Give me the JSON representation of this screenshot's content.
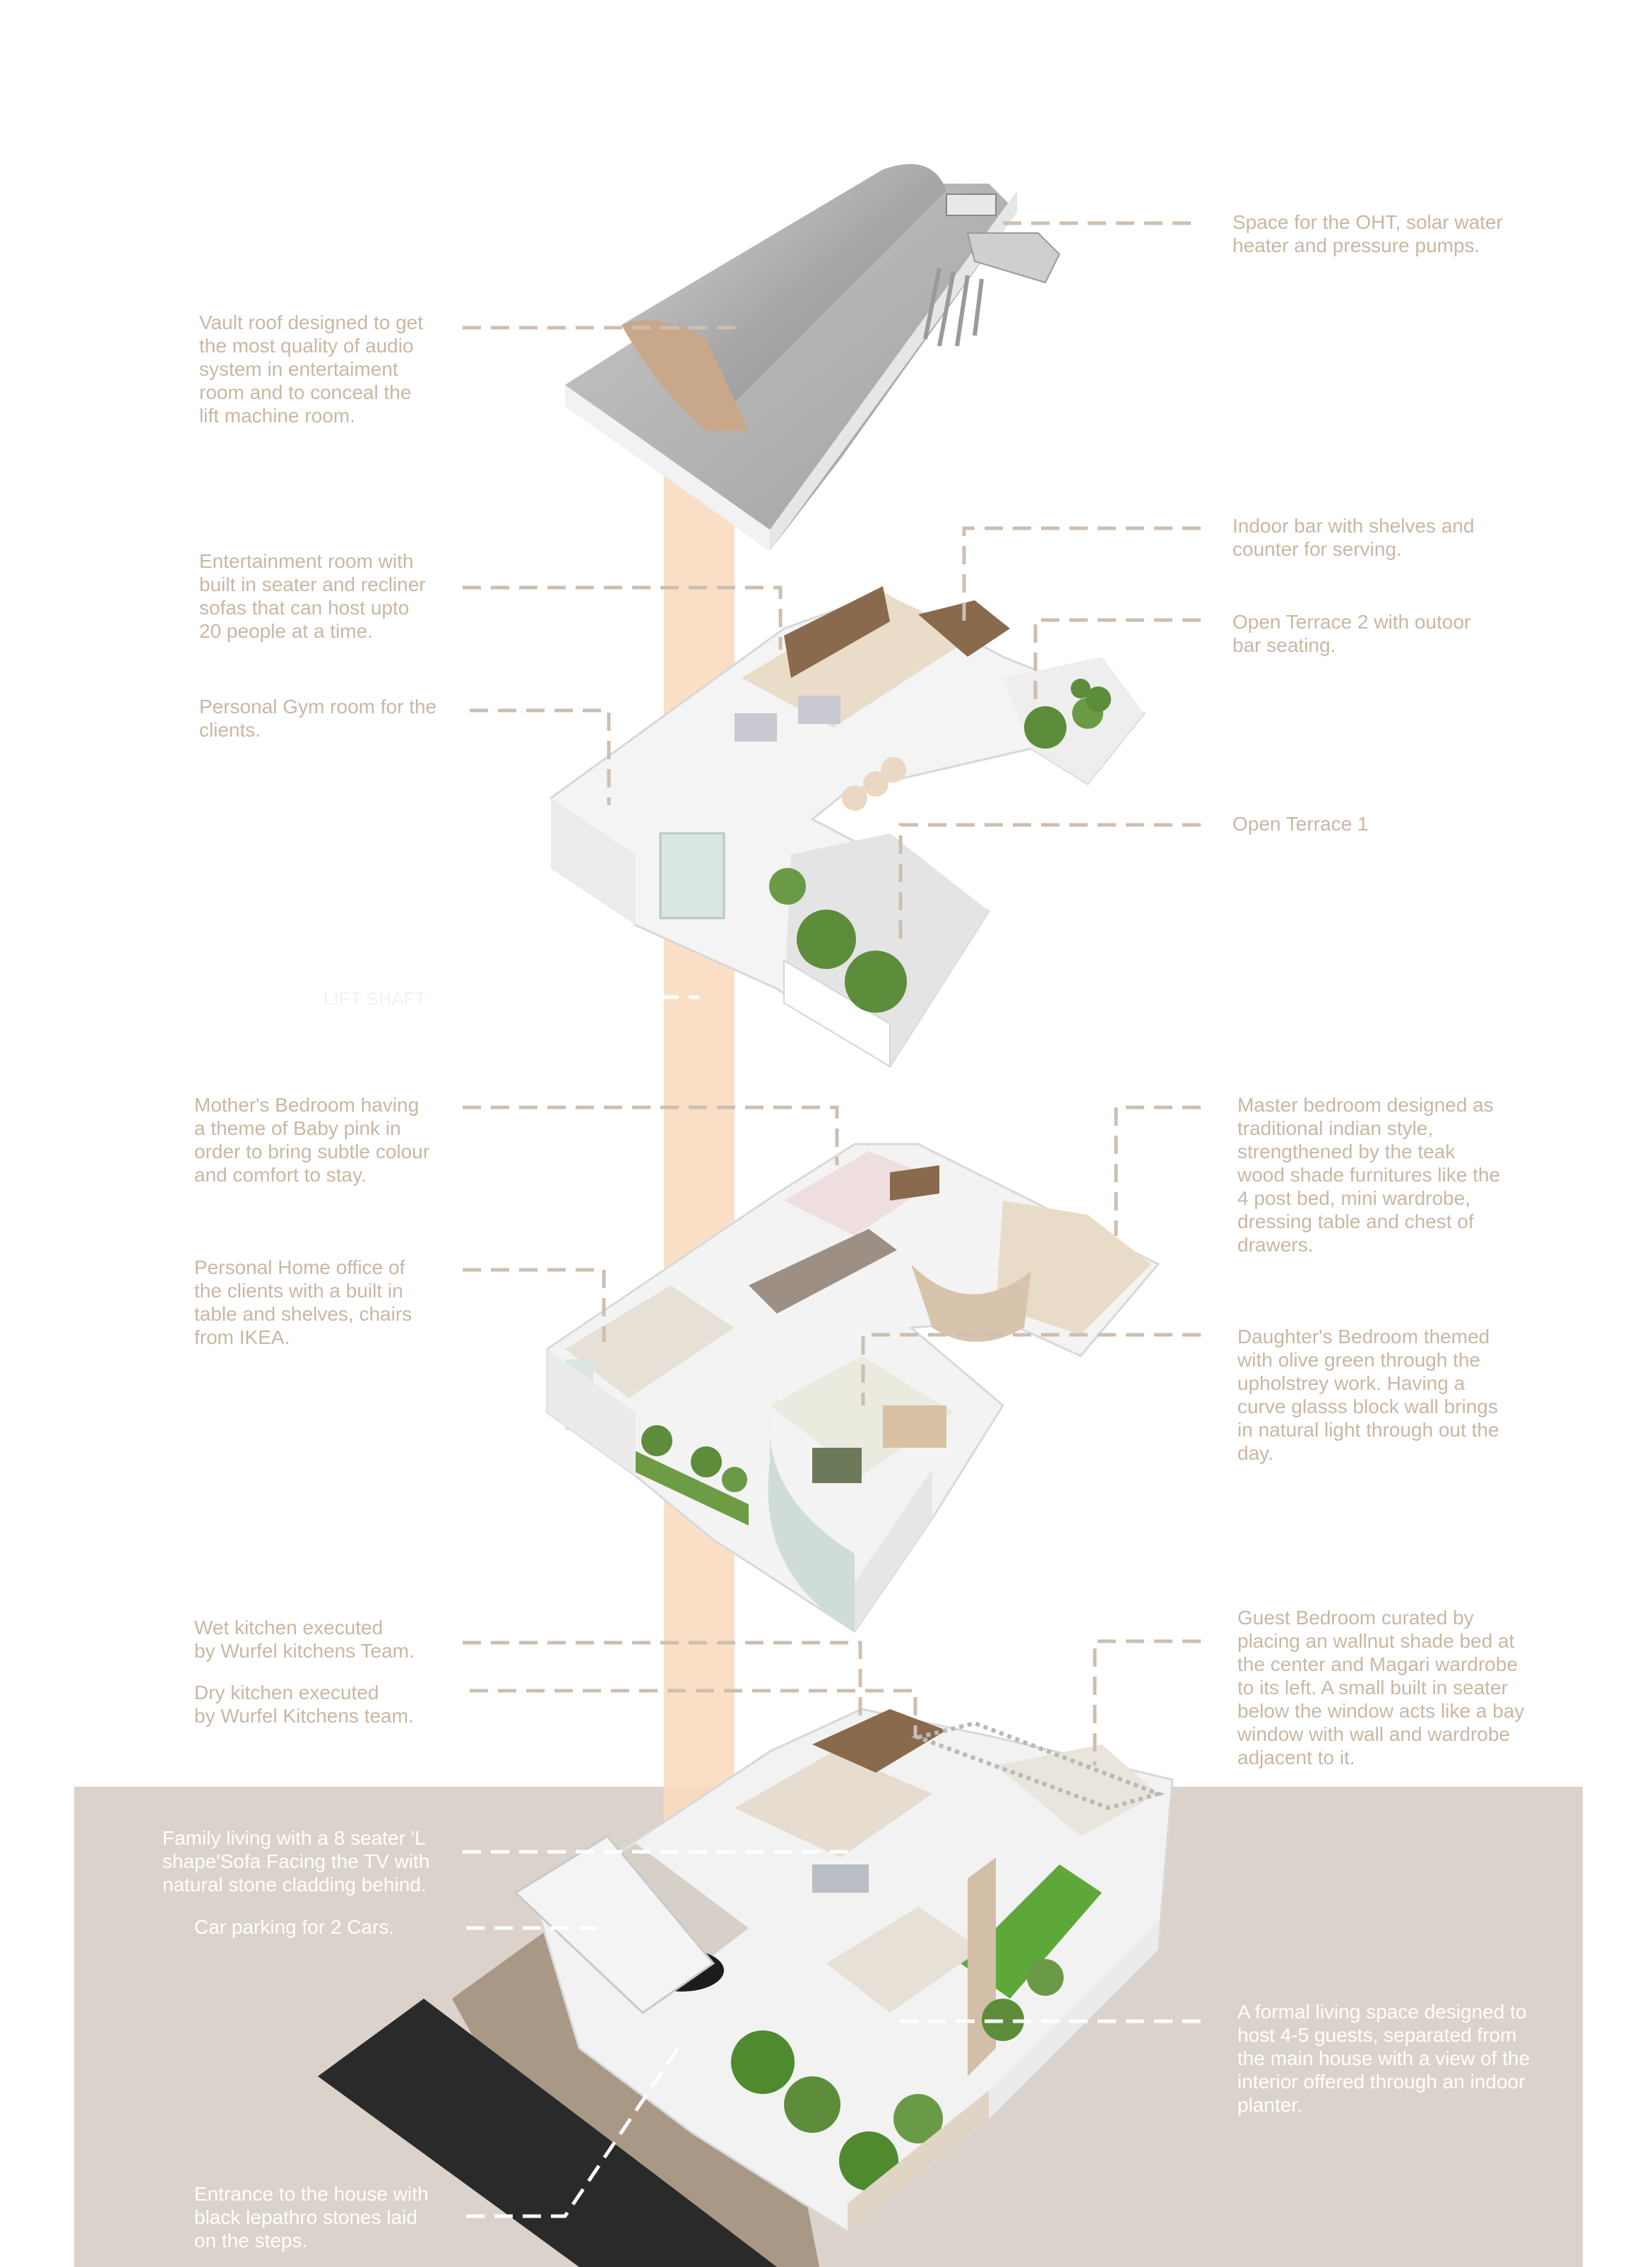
{
  "annotations": {
    "oht_space": "Space for the OHT, solar water\nheater and pressure pumps.",
    "vault_roof": "Vault roof designed to get\nthe most quality of audio\nsystem in entertaiment\nroom and to conceal the\nlift machine room.",
    "indoor_bar": "Indoor bar with shelves and\ncounter for serving.",
    "entertainment_room": "Entertainment room with\nbuilt in seater and recliner\nsofas  that can host upto\n20 people at a time.",
    "open_terrace_2": "Open Terrace 2 with outoor\nbar seating.",
    "gym": "Personal Gym room for the\nclients.",
    "open_terrace_1": "Open Terrace 1",
    "lift_shaft": "LIFT SHAFT",
    "mothers_bedroom": "Mother's Bedroom having\na theme of Baby pink in\norder to bring subtle colour\nand comfort to stay.",
    "master_bedroom": "Master bedroom designed as\ntraditional indian style,\nstrengthened by the teak\nwood shade furnitures like the\n4 post bed, mini wardrobe,\ndressing table and chest of\ndrawers.",
    "home_office": "Personal Home office of\nthe clients with a built in\ntable and shelves, chairs\nfrom IKEA.",
    "daughters_bedroom": "Daughter's Bedroom themed\nwith olive green through the\nupholstrey work. Having a\ncurve glasss block wall brings\nin natural light through out the\nday.",
    "wet_kitchen": "Wet kitchen executed\nby Wurfel kitchens Team.",
    "dry_kitchen": "Dry kitchen executed\nby Wurfel Kitchens team.",
    "guest_bedroom": "Guest Bedroom curated by\nplacing an wallnut shade bed at\nthe center and Magari wardrobe\nto its left. A small built in seater\nbelow the window acts like a bay\nwindow with wall and wardrobe\nadjacent to it.",
    "family_living": "Family living with a 8 seater 'L\nshape'Sofa Facing the TV with\nnatural stone cladding behind.",
    "car_parking": "Car parking for 2 Cars.",
    "formal_living": "A formal living space designed to\nhost 4-5 guests, separated from\nthe main house with a view of the\ninterior offered through an indoor\nplanter.",
    "entrance": "Entrance to the house with\nblack lepathro stones laid\non the steps."
  },
  "colors": {
    "label_text": "#c9b7a4",
    "leader_line": "#cdbfb0",
    "lift_shaft": "#f9dcc0",
    "ground": "#dbd3cb",
    "wall": "#f4f4f4",
    "wood": "#8a6a4c",
    "plant": "#5d8d3a",
    "lawn": "#5ea83a",
    "concrete": "#bdbdbd",
    "road": "#2a2a2a"
  }
}
